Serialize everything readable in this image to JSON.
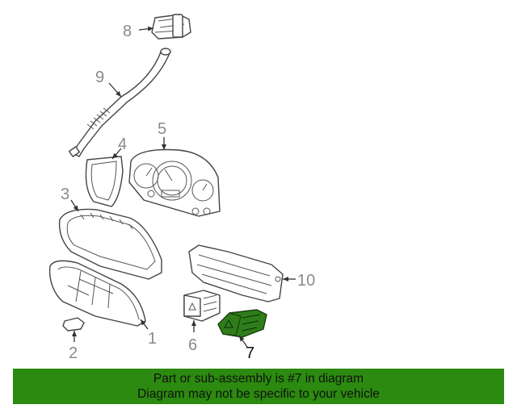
{
  "callouts": {
    "c1": "1",
    "c2": "2",
    "c3": "3",
    "c4": "4",
    "c5": "5",
    "c6": "6",
    "c7": "7",
    "c8": "8",
    "c9": "9",
    "c10": "10"
  },
  "highlight_color": "#2e7d1a",
  "banner": {
    "line1": "Part or sub-assembly is #7 in diagram",
    "line2": "Diagram may not be specific to your vehicle",
    "background": "#2b8a0f"
  }
}
